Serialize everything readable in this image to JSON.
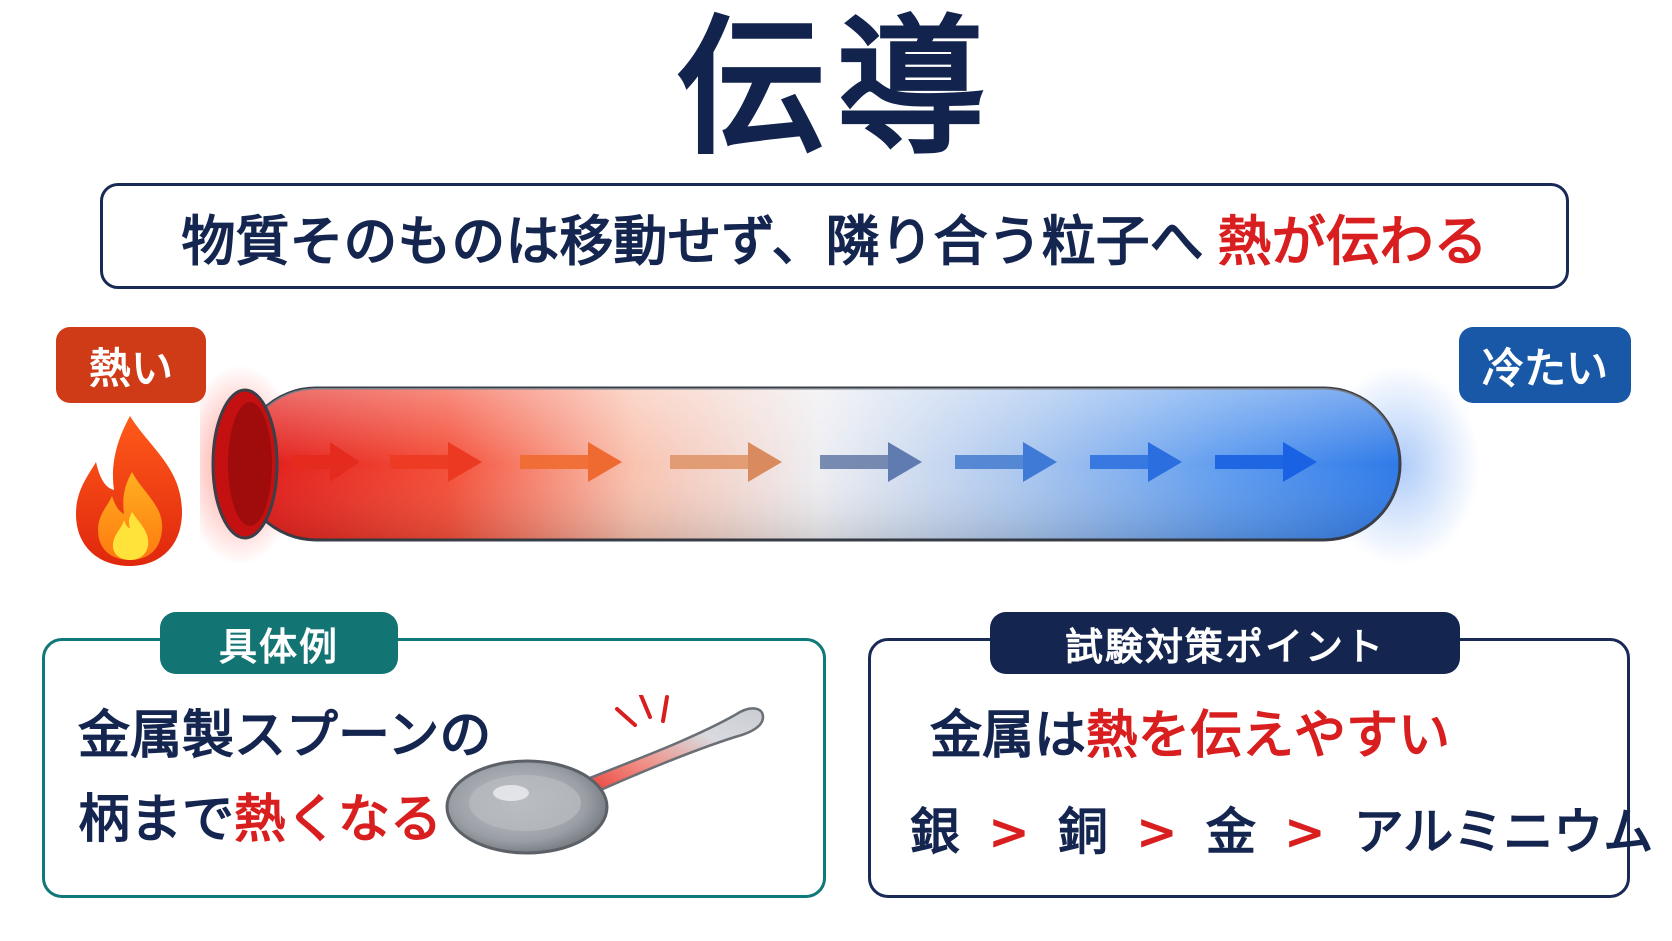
{
  "title": "伝導",
  "subtitle": {
    "main": "物質そのものは移動せず、隣り合う粒子へ",
    "highlight": "熱が伝わる"
  },
  "hot_label": "熱い",
  "cold_label": "冷たい",
  "example": {
    "tab": "具体例",
    "line1": "金属製スプーンの",
    "line2_prefix": "柄まで",
    "line2_highlight": "熱く",
    "line2_suffix": "なる"
  },
  "exam": {
    "tab": "試験対策ポイント",
    "line1_prefix": "金属は",
    "line1_highlight": "熱を伝えやすい",
    "ranking": [
      "銀",
      "銅",
      "金",
      "アルミニウム"
    ],
    "separator": ">"
  },
  "colors": {
    "hot": "#d81e1e",
    "cold": "#1f6ee0",
    "navy": "#14254f",
    "teal": "#137474"
  },
  "icons": [
    "fire-icon",
    "arrow-right-icon",
    "spoon-icon"
  ]
}
